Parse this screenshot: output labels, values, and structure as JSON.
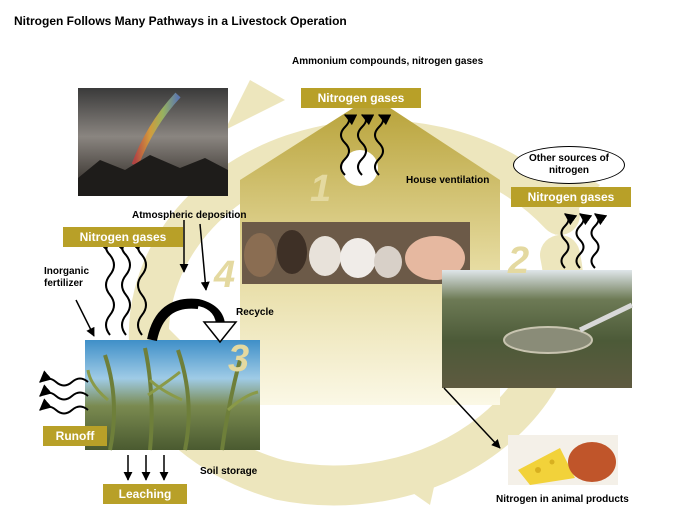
{
  "title": "Nitrogen Follows Many Pathways in a Livestock Operation",
  "labels": {
    "ammonium": "Ammonium compounds, nitrogen gases",
    "house_ventilation": "House ventilation",
    "other_sources": "Other sources of nitrogen",
    "atmospheric_deposition": "Atmospheric deposition",
    "inorganic_fertilizer": "Inorganic fertilizer",
    "recycle": "Recycle",
    "soil_storage": "Soil storage",
    "animal_products": "Nitrogen in animal products"
  },
  "boxes": {
    "gas_top": "Nitrogen gases",
    "gas_right": "Nitrogen gases",
    "gas_left": "Nitrogen gases",
    "runoff": "Runoff",
    "leaching": "Leaching"
  },
  "steps": [
    "1",
    "2",
    "3",
    "4"
  ],
  "colors": {
    "accent": "#b8a028",
    "cycle": "#ece5b8",
    "house": "#b9a23a",
    "step": "#e4d9a0"
  }
}
